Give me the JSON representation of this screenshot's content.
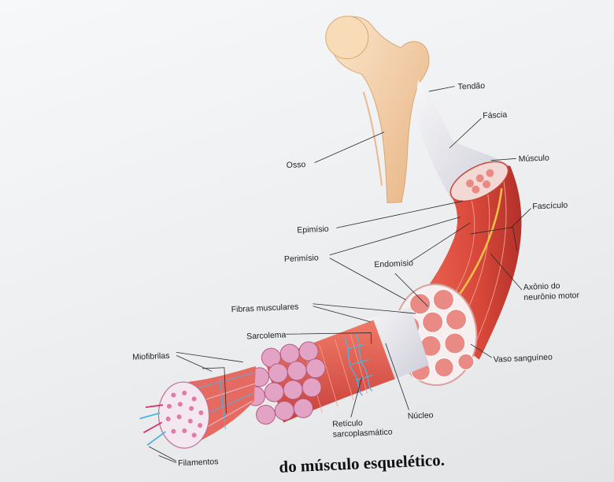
{
  "labels": {
    "tendao": "Tendão",
    "fascia": "Fáscia",
    "osso": "Osso",
    "musculo": "Músculo",
    "fasciculo": "Fascículo",
    "epimisio": "Epimísio",
    "perimisio": "Perimísio",
    "endomisio": "Endomísio",
    "axonio": [
      "Axônio do",
      "neurônio motor"
    ],
    "fibras": "Fibras musculares",
    "sarcolema": "Sarcolema",
    "vaso": "Vaso sanguíneo",
    "miofibrilas": "Miofibrilas",
    "reticulo": [
      "Retículo",
      "sarcoplasmático"
    ],
    "nucleo": "Núcleo",
    "filamentos": "Filamentos"
  },
  "caption": "do músculo esquelético.",
  "colors": {
    "bone": "#f2c79b",
    "muscle": "#d9483b",
    "fiber": "#e2a3c4",
    "reticulum": "#4fb3e0",
    "nerve": "#f2c24a"
  }
}
